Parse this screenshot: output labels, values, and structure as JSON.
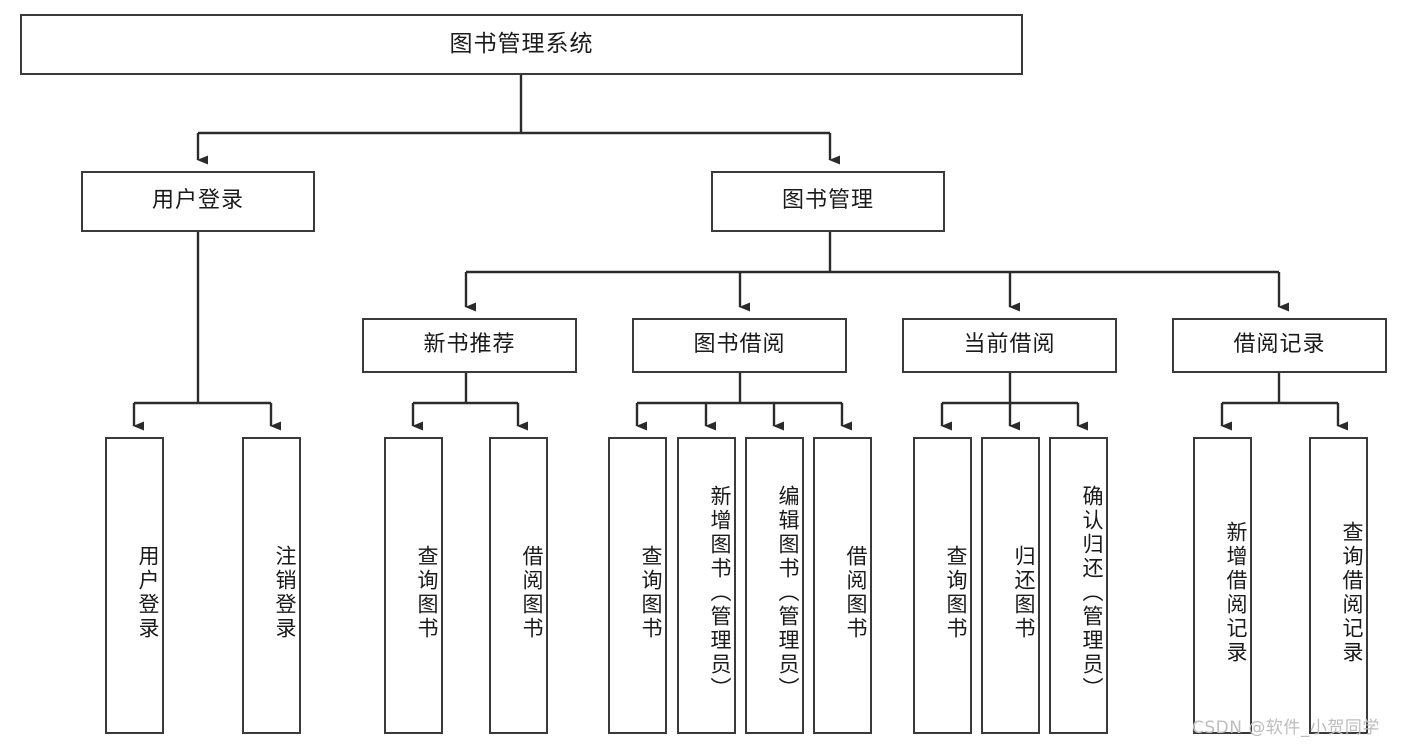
{
  "diagram": {
    "type": "tree-hierarchy",
    "title": "图书管理系统",
    "watermark": "CSDN @软件_小贺同学",
    "colors": {
      "box_border": "#3a3a3a",
      "box_fill": "#ffffff",
      "edge": "#2b2b2b",
      "text": "#1a1a1a",
      "watermark": "#bdbdbd",
      "background": "#ffffff"
    },
    "root": {
      "label": "图书管理系统"
    },
    "level2": [
      {
        "label": "用户登录"
      },
      {
        "label": "图书管理"
      }
    ],
    "level3": [
      {
        "label": "新书推荐"
      },
      {
        "label": "图书借阅"
      },
      {
        "label": "当前借阅"
      },
      {
        "label": "借阅记录"
      }
    ],
    "leaves": {
      "user_login": [
        {
          "label": "用户登录"
        },
        {
          "label": "注销登录"
        }
      ],
      "new_book_recommend": [
        {
          "label": "查询图书"
        },
        {
          "label": "借阅图书"
        }
      ],
      "book_borrow": [
        {
          "label": "查询图书"
        },
        {
          "label": "新增图书（管理员）"
        },
        {
          "label": "编辑图书（管理员）"
        },
        {
          "label": "借阅图书"
        }
      ],
      "current_borrow": [
        {
          "label": "查询图书"
        },
        {
          "label": "归还图书"
        },
        {
          "label": "确认归还（管理员）"
        }
      ],
      "borrow_record": [
        {
          "label": "新增借阅记录"
        },
        {
          "label": "查询借阅记录"
        }
      ]
    }
  }
}
